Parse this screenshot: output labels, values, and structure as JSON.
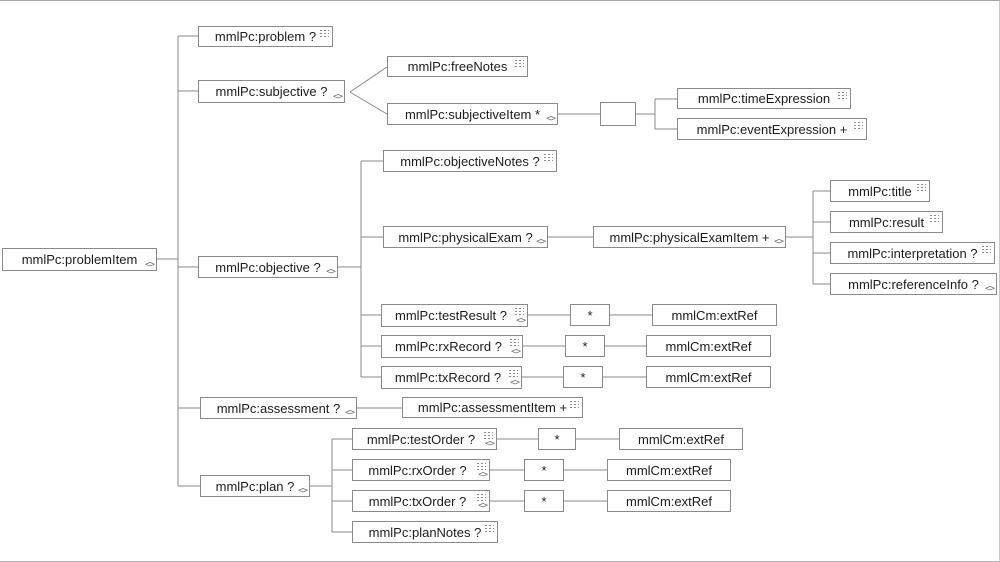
{
  "icons": {
    "complex_glyph": "<>"
  },
  "colors": {
    "box_border": "#8a8a8a",
    "connector_line": "#8a8a8a",
    "text": "#1c1c1c",
    "background": "#ffffff"
  },
  "nodes": {
    "problemItem": {
      "label": "mmlPc:problemItem"
    },
    "problem": {
      "label": "mmlPc:problem ?"
    },
    "subjective": {
      "label": "mmlPc:subjective ?"
    },
    "freeNotes": {
      "label": "mmlPc:freeNotes"
    },
    "subjectiveItem": {
      "label": "mmlPc:subjectiveItem *"
    },
    "sequence": {
      "label": ""
    },
    "timeExpression": {
      "label": "mmlPc:timeExpression"
    },
    "eventExpression": {
      "label": "mmlPc:eventExpression +"
    },
    "objective": {
      "label": "mmlPc:objective ?"
    },
    "objectiveNotes": {
      "label": "mmlPc:objectiveNotes ?"
    },
    "physicalExam": {
      "label": "mmlPc:physicalExam ?"
    },
    "physicalExamItem": {
      "label": "mmlPc:physicalExamItem +"
    },
    "title": {
      "label": "mmlPc:title"
    },
    "result": {
      "label": "mmlPc:result"
    },
    "interpretation": {
      "label": "mmlPc:interpretation ?"
    },
    "referenceInfo": {
      "label": "mmlPc:referenceInfo ?"
    },
    "testResult": {
      "label": "mmlPc:testResult ?"
    },
    "rxRecord": {
      "label": "mmlPc:rxRecord ?"
    },
    "txRecord": {
      "label": "mmlPc:txRecord ?"
    },
    "assessment": {
      "label": "mmlPc:assessment ?"
    },
    "assessmentItem": {
      "label": "mmlPc:assessmentItem +"
    },
    "plan": {
      "label": "mmlPc:plan ?"
    },
    "testOrder": {
      "label": "mmlPc:testOrder ?"
    },
    "rxOrder": {
      "label": "mmlPc:rxOrder ?"
    },
    "txOrder": {
      "label": "mmlPc:txOrder ?"
    },
    "planNotes": {
      "label": "mmlPc:planNotes ?"
    },
    "star": {
      "label": "*"
    },
    "extRef": {
      "label": "mmlCm:extRef"
    }
  }
}
